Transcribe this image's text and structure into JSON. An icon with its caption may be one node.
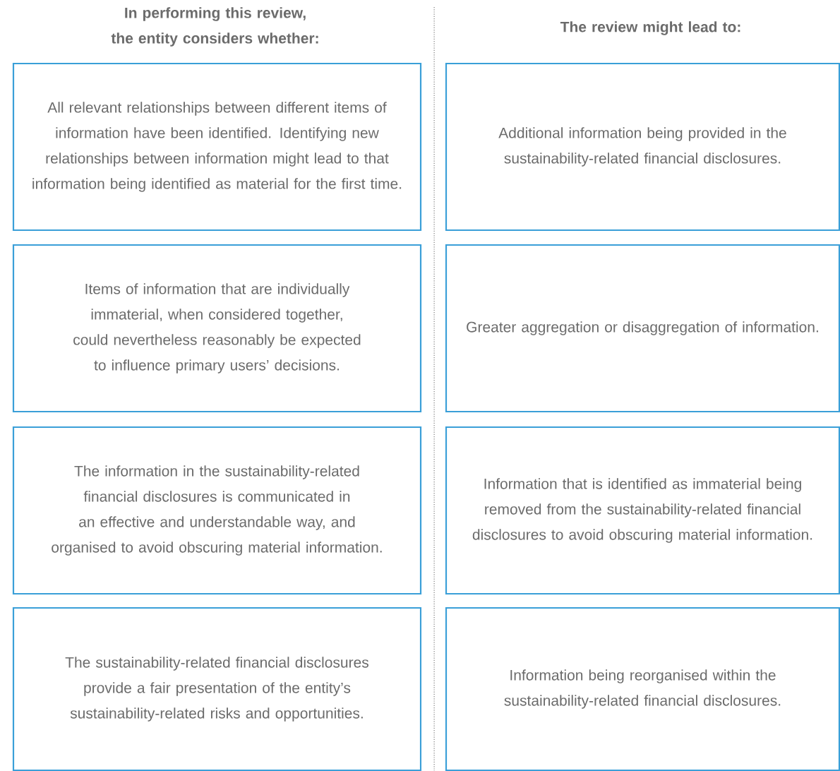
{
  "diagram": {
    "nodes": [
      {
        "text": [
          "All relevant relationships between different items of information have been identified. Identifying new relationships between information might lead to that information being identified as material for the first time."
        ]
      },
      {
        "text": [
          "Additional information being provided in the sustainability-related financial disclosures."
        ]
      },
      {
        "text": [
          "Items of information that are individually immaterial, when considered together, could nevertheless reasonably be expected to influence primary users’ decisions."
        ]
      },
      {
        "text": [
          "Greater aggregation or disaggregation of information."
        ]
      },
      {
        "text": [
          "The information in the sustainability-related financial disclosures is communicated in an effective and understandable way, and organised to avoid obscuring material information."
        ]
      },
      {
        "text": [
          "Information that is identified as immaterial being removed from the sustainability-related financial disclosures to avoid obscuring material information."
        ]
      },
      {
        "text": [
          "The sustainability-related financial disclosures provide a fair presentation of the entity’s sustainability-related risks and opportunities."
        ]
      },
      {
        "text": [
          "Information being reorganised within the sustainability-related financial disclosures."
        ]
      }
    ],
    "labels": [
      "In performing this review, the entity considers whether:",
      "The review might lead to:"
    ]
  }
}
